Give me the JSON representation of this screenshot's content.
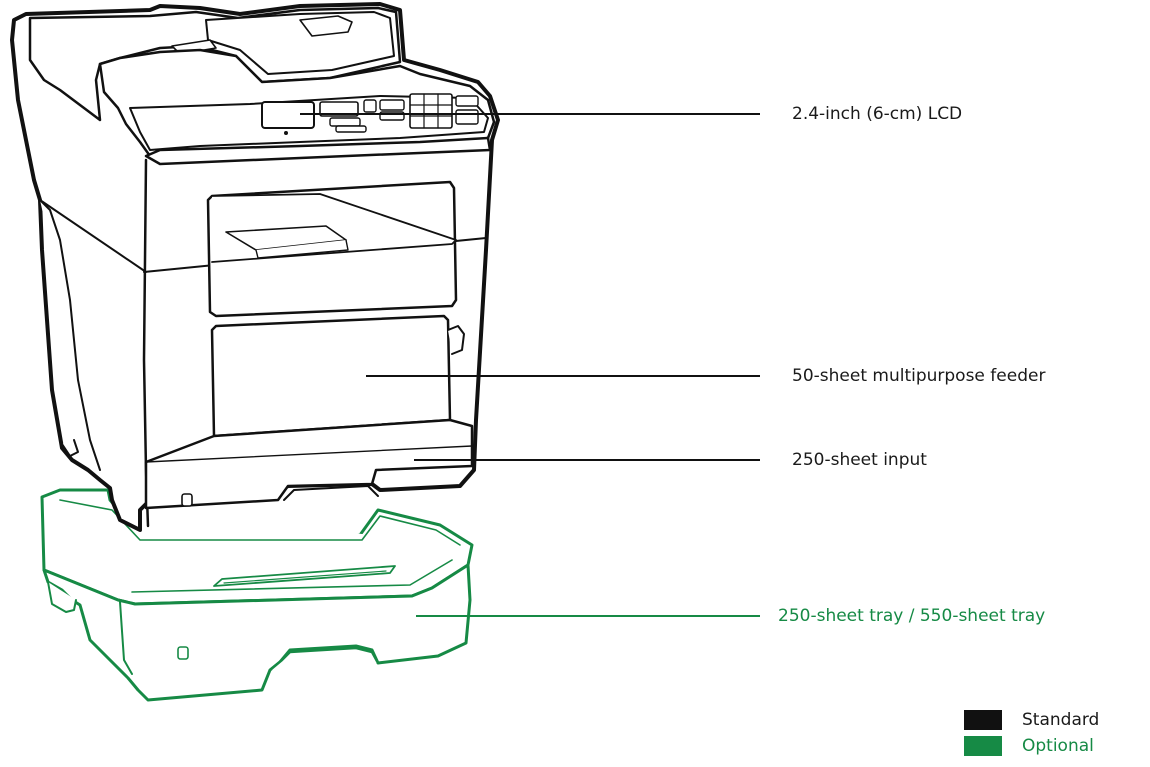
{
  "callouts": [
    {
      "label": "2.4-inch (6-cm) LCD",
      "group": "standard"
    },
    {
      "label": "50-sheet multipurpose feeder",
      "group": "standard"
    },
    {
      "label": "250-sheet input",
      "group": "standard"
    },
    {
      "label": "250-sheet tray / 550-sheet tray",
      "group": "optional"
    }
  ],
  "legend": {
    "standard_label": "Standard",
    "optional_label": "Optional"
  },
  "colors": {
    "standard": "#111111",
    "optional": "#168a45"
  }
}
